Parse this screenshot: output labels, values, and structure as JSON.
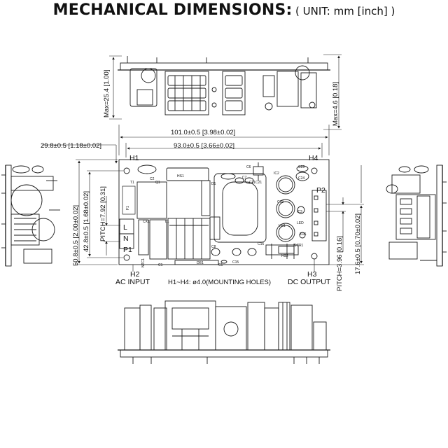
{
  "title": {
    "main": "MECHANICAL DIMENSIONS:",
    "unit": "( UNIT: mm [inch] )"
  },
  "dimensions": {
    "max_height": "Max=25.4 [1.00]",
    "max_bottom": "Max=4.6 [0.18]",
    "overall_width": "101.0±0.5 [3.98±0.02]",
    "hole_spacing_x": "93.0±0.5 [3.66±0.02]",
    "left_offset": "29.8±0.5 [1.18±0.02]",
    "overall_height": "50.8±0.5 [2.00±0.02]",
    "hole_spacing_y": "42.8±0.5 [1.68±0.02]",
    "pitch_ac": "PITCH=7.92 [0.31]",
    "pitch_dc": "PITCH=3.96 [0.16]",
    "dc_offset": "17.6±0.5 [0.70±0.02]"
  },
  "labels": {
    "h1": "H1",
    "h2": "H2",
    "h3": "H3",
    "h4": "H4",
    "p1": "P1",
    "p2": "P2",
    "l": "L",
    "n": "N",
    "ac_input": "AC INPUT",
    "dc_output": "DC OUTPUT",
    "mounting_holes": "H1~H4: ø4.0(MOUNTING HOLES)"
  },
  "components": {
    "c2": "C2",
    "hs1": "HS1",
    "c7": "C7",
    "c8": "C8",
    "c11": "C11",
    "c15": "C15",
    "c16": "C16",
    "c19": "C19",
    "c21": "C21",
    "c23": "C23",
    "c24": "C24",
    "ic2": "IC2",
    "ic3": "IC3",
    "l1": "L1",
    "q1": "Q1",
    "t1": "T1",
    "d1": "D1",
    "db1": "DB1",
    "hs2": "HS2",
    "scr1": "SCR1",
    "zd5": "ZD5",
    "led1": "LED",
    "c1": "C1",
    "ntc1": "NTC1",
    "cx1": "CX1",
    "f1": "F1",
    "c5": "C5",
    "c6": "C6",
    "vr1": "VR1"
  },
  "colors": {
    "line": "#1a1a1a"
  }
}
